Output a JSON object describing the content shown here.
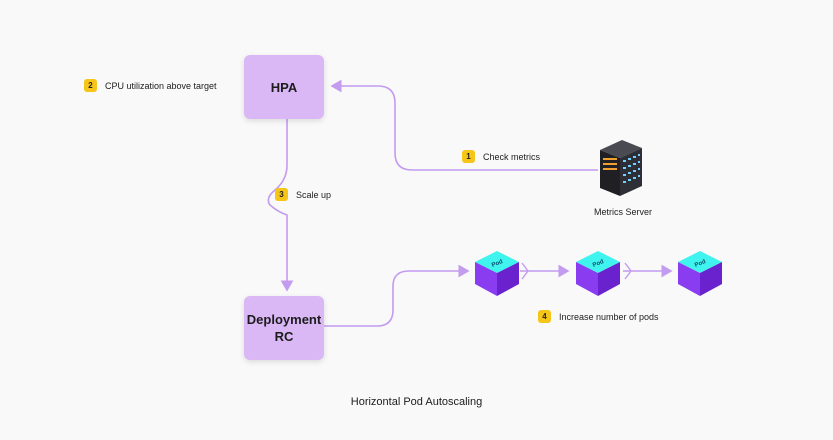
{
  "title": "Horizontal Pod Autoscaling",
  "nodes": {
    "hpa": "HPA",
    "deployment_line1": "Deployment",
    "deployment_line2": "RC",
    "metrics_server": "Metrics Server",
    "pod_label": "Pod"
  },
  "steps": [
    {
      "num": "1",
      "label": "Check metrics"
    },
    {
      "num": "2",
      "label": "CPU utilization above target"
    },
    {
      "num": "3",
      "label": "Scale up"
    },
    {
      "num": "4",
      "label": "Increase number of pods"
    }
  ],
  "colors": {
    "box_fill": "#d9b8f5",
    "arrow": "#c39bef",
    "badge": "#f5c518",
    "pod_top": "#3ff3ee",
    "pod_left": "#8a3cf0",
    "pod_right": "#6a22cf",
    "background": "#f9f9f9"
  }
}
